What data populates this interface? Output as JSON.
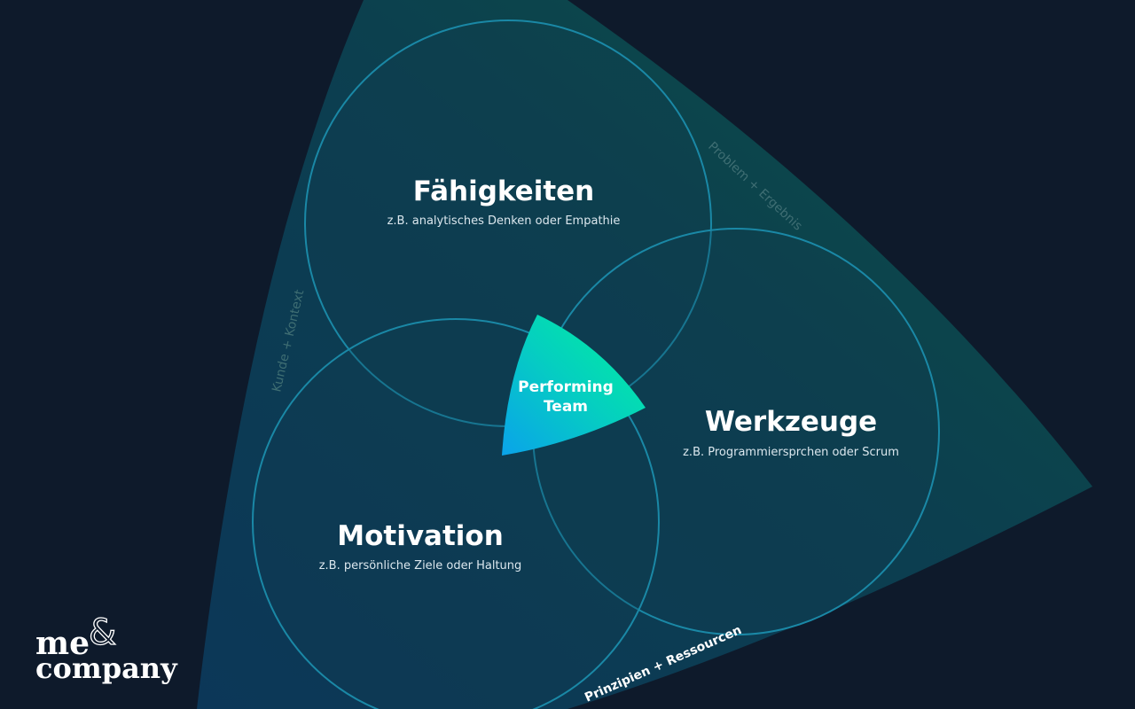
{
  "diagram": {
    "circles": [
      {
        "id": "faehigkeiten",
        "title": "Fähigkeiten",
        "subtitle": "z.B. analytisches Denken oder Empathie"
      },
      {
        "id": "werkzeuge",
        "title": "Werkzeuge",
        "subtitle": "z.B. Programmiersprchen oder Scrum"
      },
      {
        "id": "motivation",
        "title": "Motivation",
        "subtitle": "z.B. persönliche Ziele oder Haltung"
      }
    ],
    "center": {
      "line1": "Performing",
      "line2": "Team"
    },
    "edges": {
      "left": "Kunde + Kontext",
      "top": "Problem + Ergebnis",
      "bottom": "Prinzipien + Ressourcen"
    }
  },
  "logo": {
    "line1": "me",
    "ampersand": "&",
    "line2": "company"
  },
  "colors": {
    "background": "#0e1a2b",
    "sector_start": "#0c3a57",
    "sector_end": "#0b4d4a",
    "circle_stroke": "#1b8aa8",
    "center_start": "#0aa7e6",
    "center_end": "#00f29b"
  }
}
